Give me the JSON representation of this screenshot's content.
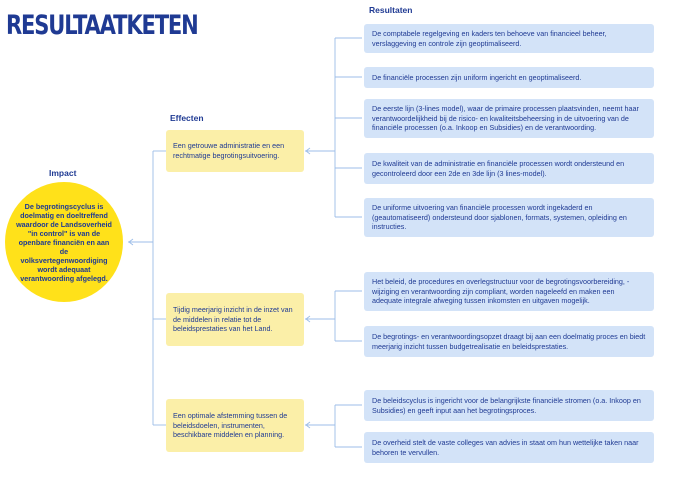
{
  "title": "RESULTAATKETEN",
  "labels": {
    "impact": "Impact",
    "effecten": "Effecten",
    "resultaten": "Resultaten"
  },
  "impact_text": "De begrotingscyclus is doelmatig en doeltreffend waardoor de Landsoverheid \"in control\" is van de openbare financiën en aan de volksvertegenwoordiging wordt adequaat verantwoording afgelegd.",
  "effecten": [
    "Een getrouwe administratie en een rechtmatige begrotingsuitvoering.",
    "Tijdig meerjarig inzicht in de inzet van de middelen in relatie tot de beleidsprestaties van het Land.",
    "Een optimale afstemming tussen de beleidsdoelen, instrumenten, beschikbare middelen en planning."
  ],
  "resultaten": [
    "De comptabele regelgeving en kaders ten behoeve van financieel beheer, verslaggeving en controle zijn geoptimaliseerd.",
    "De financiële processen zijn uniform ingericht en geoptimaliseerd.",
    "De eerste lijn (3-lines model), waar de primaire processen plaatsvinden, neemt haar verantwoordelijkheid bij de risico- en kwaliteitsbeheersing in de uitvoering van de financiële processen (o.a. Inkoop en Subsidies) en de verantwoording.",
    "De kwaliteit van de administratie en financiële processen wordt ondersteund en gecontroleerd door een 2de en 3de lijn (3 lines-model).",
    "De uniforme uitvoering van financiële processen wordt ingekaderd en (geautomatiseerd) ondersteund door sjablonen, formats, systemen, opleiding en instructies.",
    "Het beleid, de procedures en overlegstructuur voor de begrotingsvoorbereiding, -wijziging en verantwoording zijn compliant, worden nageleefd en maken een adequate integrale afweging tussen inkomsten en uitgaven mogelijk.",
    "De begrotings- en verantwoordingsopzet draagt bij aan een doelmatig proces en biedt meerjarig inzicht tussen budgetrealisatie en beleidsprestaties.",
    "De beleidscyclus is ingericht voor de belangrijkste financiële stromen (o.a. Inkoop en Subsidies) en geeft input aan het begrotingsproces.",
    "De overheid stelt de vaste colleges van advies in staat om hun wettelijke taken naar behoren te vervullen."
  ]
}
